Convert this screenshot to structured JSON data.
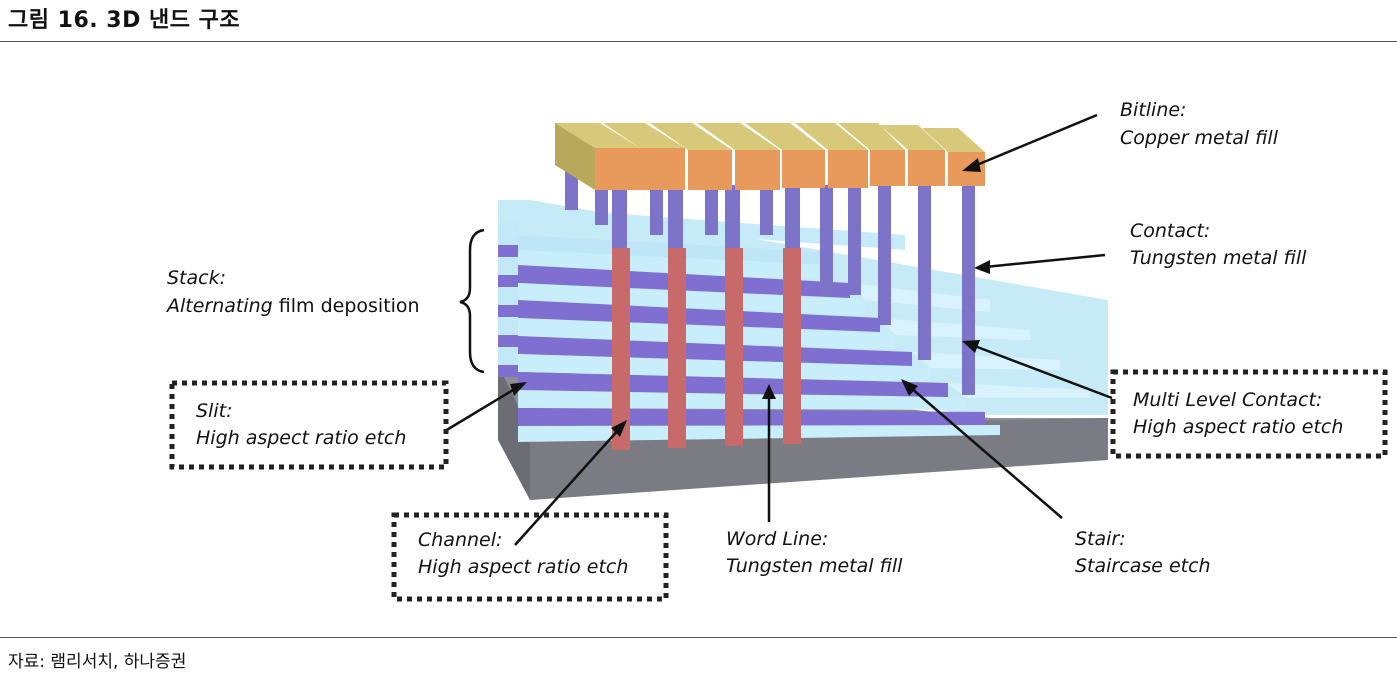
{
  "title": "그림 16. 3D 낸드 구조",
  "source": "자료: 램리서치, 하나증권",
  "labels": {
    "bitline": {
      "head": "Bitline:",
      "desc": "Copper metal fill"
    },
    "contact": {
      "head": "Contact:",
      "desc": "Tungsten metal fill"
    },
    "stack": {
      "head": "Stack:",
      "desc_italic": "Alternating",
      "desc_rest": " film deposition"
    },
    "slit": {
      "head": "Slit:",
      "desc": "High aspect ratio etch"
    },
    "channel": {
      "head": "Channel:",
      "desc": "High aspect ratio etch"
    },
    "word_line": {
      "head": "Word Line:",
      "desc": "Tungsten metal fill"
    },
    "stair": {
      "head": "Stair:",
      "desc": "Staircase etch"
    },
    "multi_level_contact": {
      "head": "Multi Level Contact:",
      "desc": "High aspect ratio etch"
    }
  },
  "colors": {
    "bitline_top": "#d8c97a",
    "bitline_front": "#e79a5b",
    "contact": "#7d73c9",
    "channel": "#c86a6a",
    "film_light": "#bfe6f7",
    "film_dark": "#7f6fd0",
    "substrate": "#7e7e86"
  }
}
